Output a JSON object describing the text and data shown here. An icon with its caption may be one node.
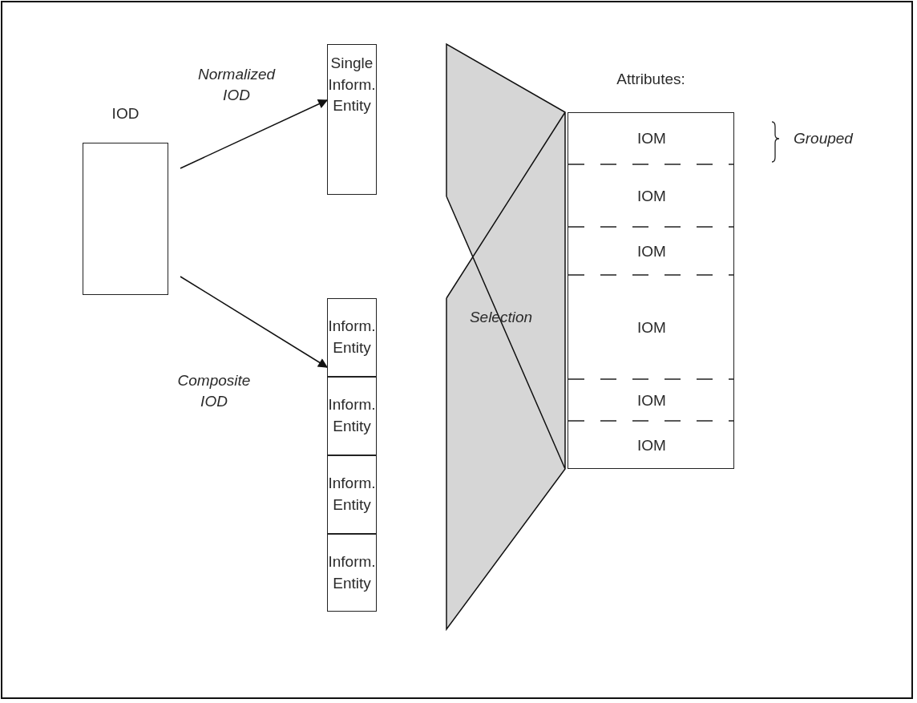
{
  "diagram": {
    "nodes": [
      {
        "text": [
          "IOD"
        ]
      },
      {
        "text": [
          "Single Inform. Entity"
        ]
      },
      {
        "text": [
          "Inform. Entity"
        ]
      },
      {
        "text": [
          "Inform. Entity"
        ]
      },
      {
        "text": [
          "Inform. Entity"
        ]
      },
      {
        "text": [
          "Inform. Entity"
        ]
      },
      {
        "text": [
          "Selection"
        ]
      },
      {
        "text": [
          "Attributes:"
        ]
      },
      {
        "text": [
          "IOM"
        ],
        "in": 7
      },
      {
        "text": [
          "IOM"
        ],
        "in": 7
      },
      {
        "text": [
          "IOM"
        ],
        "in": 7
      },
      {
        "text": [
          "IOM"
        ],
        "in": 7
      },
      {
        "text": [
          "IOM"
        ],
        "in": 7
      },
      {
        "text": [
          "IOM"
        ],
        "in": 7
      }
    ],
    "edges": [
      {
        "from": 0,
        "to": 1,
        "arrow": "to",
        "label": "Normalized IOD"
      },
      {
        "from": 0,
        "to": 2,
        "arrow": "to",
        "label": "Composite IOD"
      }
    ],
    "labels": [
      "Grouped"
    ]
  }
}
